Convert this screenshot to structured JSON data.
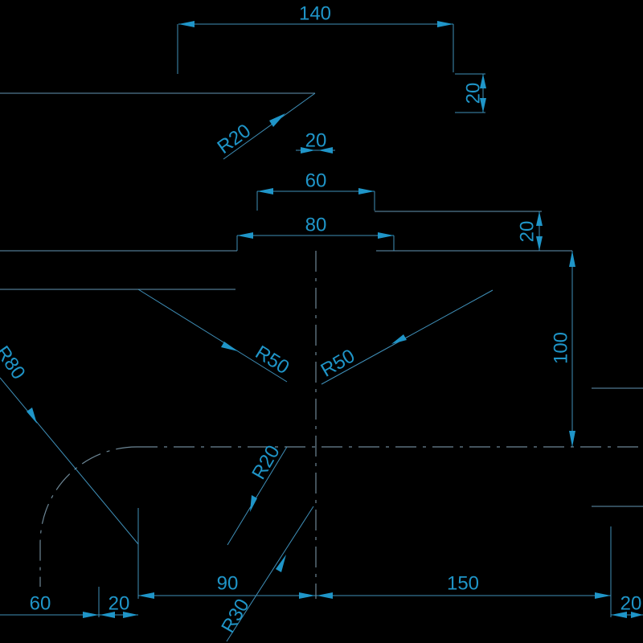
{
  "colors": {
    "background": "#000000",
    "geometry": "#4f7890",
    "dimension": "#1f95c8"
  },
  "dimensions": {
    "top_width": "140",
    "top_right_height": "20",
    "upper_radius": "R20",
    "small_gap": "20",
    "step_inner": "60",
    "step_outer": "80",
    "step_height": "20",
    "left_radius": "R50",
    "right_radius": "R50",
    "height_right": "100",
    "large_radius": "R80",
    "lower_radius": "R20",
    "bottom_radius": "R30",
    "bottom_left": "60",
    "bottom_gap_left": "20",
    "bottom_mid": "90",
    "bottom_right": "150",
    "bottom_gap_right": "20"
  }
}
